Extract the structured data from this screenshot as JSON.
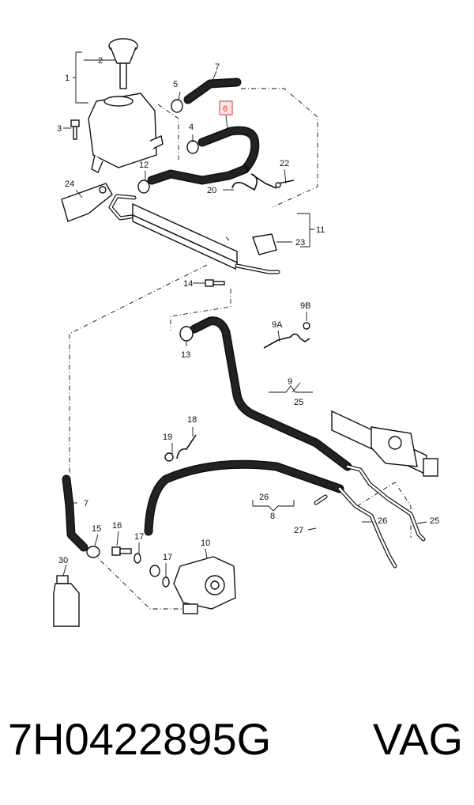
{
  "diagram": {
    "labels": {
      "l1": "1",
      "l2": "2",
      "l3": "3",
      "l4": "4",
      "l5": "5",
      "l6": "6",
      "l7a": "7",
      "l7b": "7",
      "l8": "8",
      "l9": "9",
      "l9a": "9A",
      "l9b": "9B",
      "l10": "10",
      "l11": "11",
      "l12": "12",
      "l13": "13",
      "l14": "14",
      "l15": "15",
      "l16": "16",
      "l17a": "17",
      "l17b": "17",
      "l18": "18",
      "l19": "19",
      "l20": "20",
      "l22": "22",
      "l23": "23",
      "l24": "24",
      "l25a": "25",
      "l25b": "25",
      "l26a": "26",
      "l26b": "26",
      "l27": "27",
      "l30": "30"
    },
    "highlight_color": "#e05050"
  },
  "footer": {
    "part_number": "7H0422895G",
    "brand": "VAG"
  }
}
